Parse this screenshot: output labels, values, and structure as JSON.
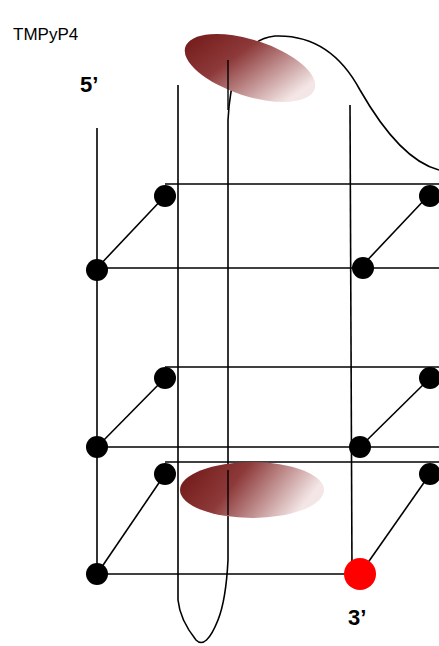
{
  "diagram": {
    "labels": [
      "TMPyP4",
      "5’",
      "3’"
    ]
  }
}
